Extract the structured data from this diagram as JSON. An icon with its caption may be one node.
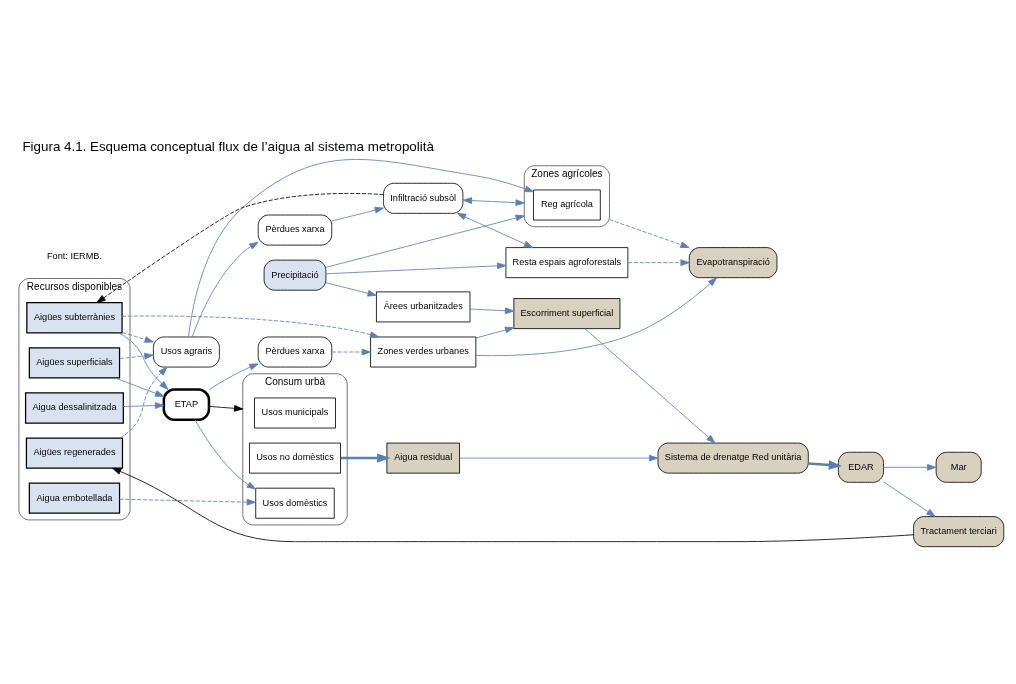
{
  "diagram": {
    "title": "Figura 4.1. Esquema conceptual flux de l’aigua al sistema metropolità",
    "caption": "Font: IERMB.",
    "nodes": [
      {
        "text": [
          "Recursos disponibles"
        ]
      },
      {
        "text": [
          "Aigües regenerades"
        ],
        "in": 0
      },
      {
        "text": [
          "Aigües superficials"
        ],
        "in": 0
      },
      {
        "text": [
          "Aigües subterrànies"
        ],
        "in": 0
      },
      {
        "text": [
          "Aigua dessalinitzada"
        ],
        "in": 0
      },
      {
        "text": [
          "Aigua embotellada"
        ],
        "in": 0
      },
      {
        "text": [
          "Precipitació"
        ]
      },
      {
        "text": [
          "Evapotranspiració"
        ]
      },
      {
        "text": [
          "Usos agraris"
        ]
      },
      {
        "text": [
          "Zones agrícoles"
        ]
      },
      {
        "text": [
          "Reg agrícola"
        ],
        "in": 9
      },
      {
        "text": [
          "Resta espais agroforestals"
        ]
      },
      {
        "text": [
          "Àrees urbanitzades"
        ]
      },
      {
        "text": [
          "Pèrdues xarxa"
        ]
      },
      {
        "text": [
          "Infiltració subsòl"
        ]
      },
      {
        "text": [
          "ETAP"
        ]
      },
      {
        "text": [
          "Consum urbà"
        ]
      },
      {
        "text": [
          "Usos domèstics"
        ],
        "in": 16
      },
      {
        "text": [
          "Usos no domèstics"
        ],
        "in": 16
      },
      {
        "text": [
          "Usos municipals"
        ],
        "in": 16
      },
      {
        "text": [
          "Zones verdes urbanes"
        ]
      },
      {
        "text": [
          "Pèrdues xarxa"
        ]
      },
      {
        "text": [
          "Aigua residual"
        ]
      },
      {
        "text": [
          "Escorriment superficial"
        ]
      },
      {
        "text": [
          "Sistema de drenatge Red unitària"
        ]
      },
      {
        "text": [
          "EDAR"
        ]
      },
      {
        "text": [
          "Tractament terciari"
        ]
      },
      {
        "text": [
          "Mar"
        ]
      }
    ],
    "edges": [
      {
        "from": 1,
        "to": 8,
        "arrow": "to",
        "style": "dashed"
      },
      {
        "from": 2,
        "to": 8,
        "arrow": "to",
        "style": "dashed"
      },
      {
        "from": 3,
        "to": 8,
        "arrow": "to",
        "style": "dashed"
      },
      {
        "from": 2,
        "to": 15,
        "arrow": "to"
      },
      {
        "from": 3,
        "to": 15,
        "arrow": "to"
      },
      {
        "from": 4,
        "to": 15,
        "arrow": "to"
      },
      {
        "from": 3,
        "to": 20,
        "arrow": "to",
        "style": "dashed"
      },
      {
        "from": 5,
        "to": 17,
        "arrow": "to",
        "style": "dashed"
      },
      {
        "from": 15,
        "to": 16,
        "arrow": "to",
        "color": "#000000"
      },
      {
        "from": 15,
        "to": 17,
        "arrow": "to"
      },
      {
        "from": 15,
        "to": 21,
        "arrow": "to"
      },
      {
        "from": 8,
        "to": 10,
        "arrow": "to"
      },
      {
        "from": 8,
        "to": 13,
        "arrow": "to"
      },
      {
        "from": 6,
        "to": 9,
        "arrow": "to"
      },
      {
        "from": 6,
        "to": 11,
        "arrow": "to"
      },
      {
        "from": 6,
        "to": 12,
        "arrow": "to"
      },
      {
        "from": 9,
        "to": 7,
        "arrow": "to",
        "style": "dashed"
      },
      {
        "from": 11,
        "to": 7,
        "arrow": "to",
        "style": "dashed"
      },
      {
        "from": 14,
        "to": 9,
        "arrow": "both"
      },
      {
        "from": 14,
        "to": 11,
        "arrow": "both"
      },
      {
        "from": 13,
        "to": 14,
        "arrow": "to"
      },
      {
        "from": 14,
        "to": 3,
        "arrow": "to",
        "style": "dashed",
        "color": "#000000"
      },
      {
        "from": 21,
        "to": 20,
        "arrow": "to",
        "style": "dashed"
      },
      {
        "from": 18,
        "to": 22,
        "arrow": "to",
        "style": "thick"
      },
      {
        "from": 20,
        "to": 7,
        "arrow": "to"
      },
      {
        "from": 20,
        "to": 23,
        "arrow": "to"
      },
      {
        "from": 12,
        "to": 23,
        "arrow": "to"
      },
      {
        "from": 23,
        "to": 24,
        "arrow": "to"
      },
      {
        "from": 22,
        "to": 24,
        "arrow": "to"
      },
      {
        "from": 24,
        "to": 25,
        "arrow": "to",
        "style": "thick"
      },
      {
        "from": 25,
        "to": 26,
        "arrow": "to"
      },
      {
        "from": 25,
        "to": 27,
        "arrow": "to"
      },
      {
        "from": 26,
        "to": 1,
        "arrow": "to",
        "color": "#000000"
      }
    ]
  }
}
